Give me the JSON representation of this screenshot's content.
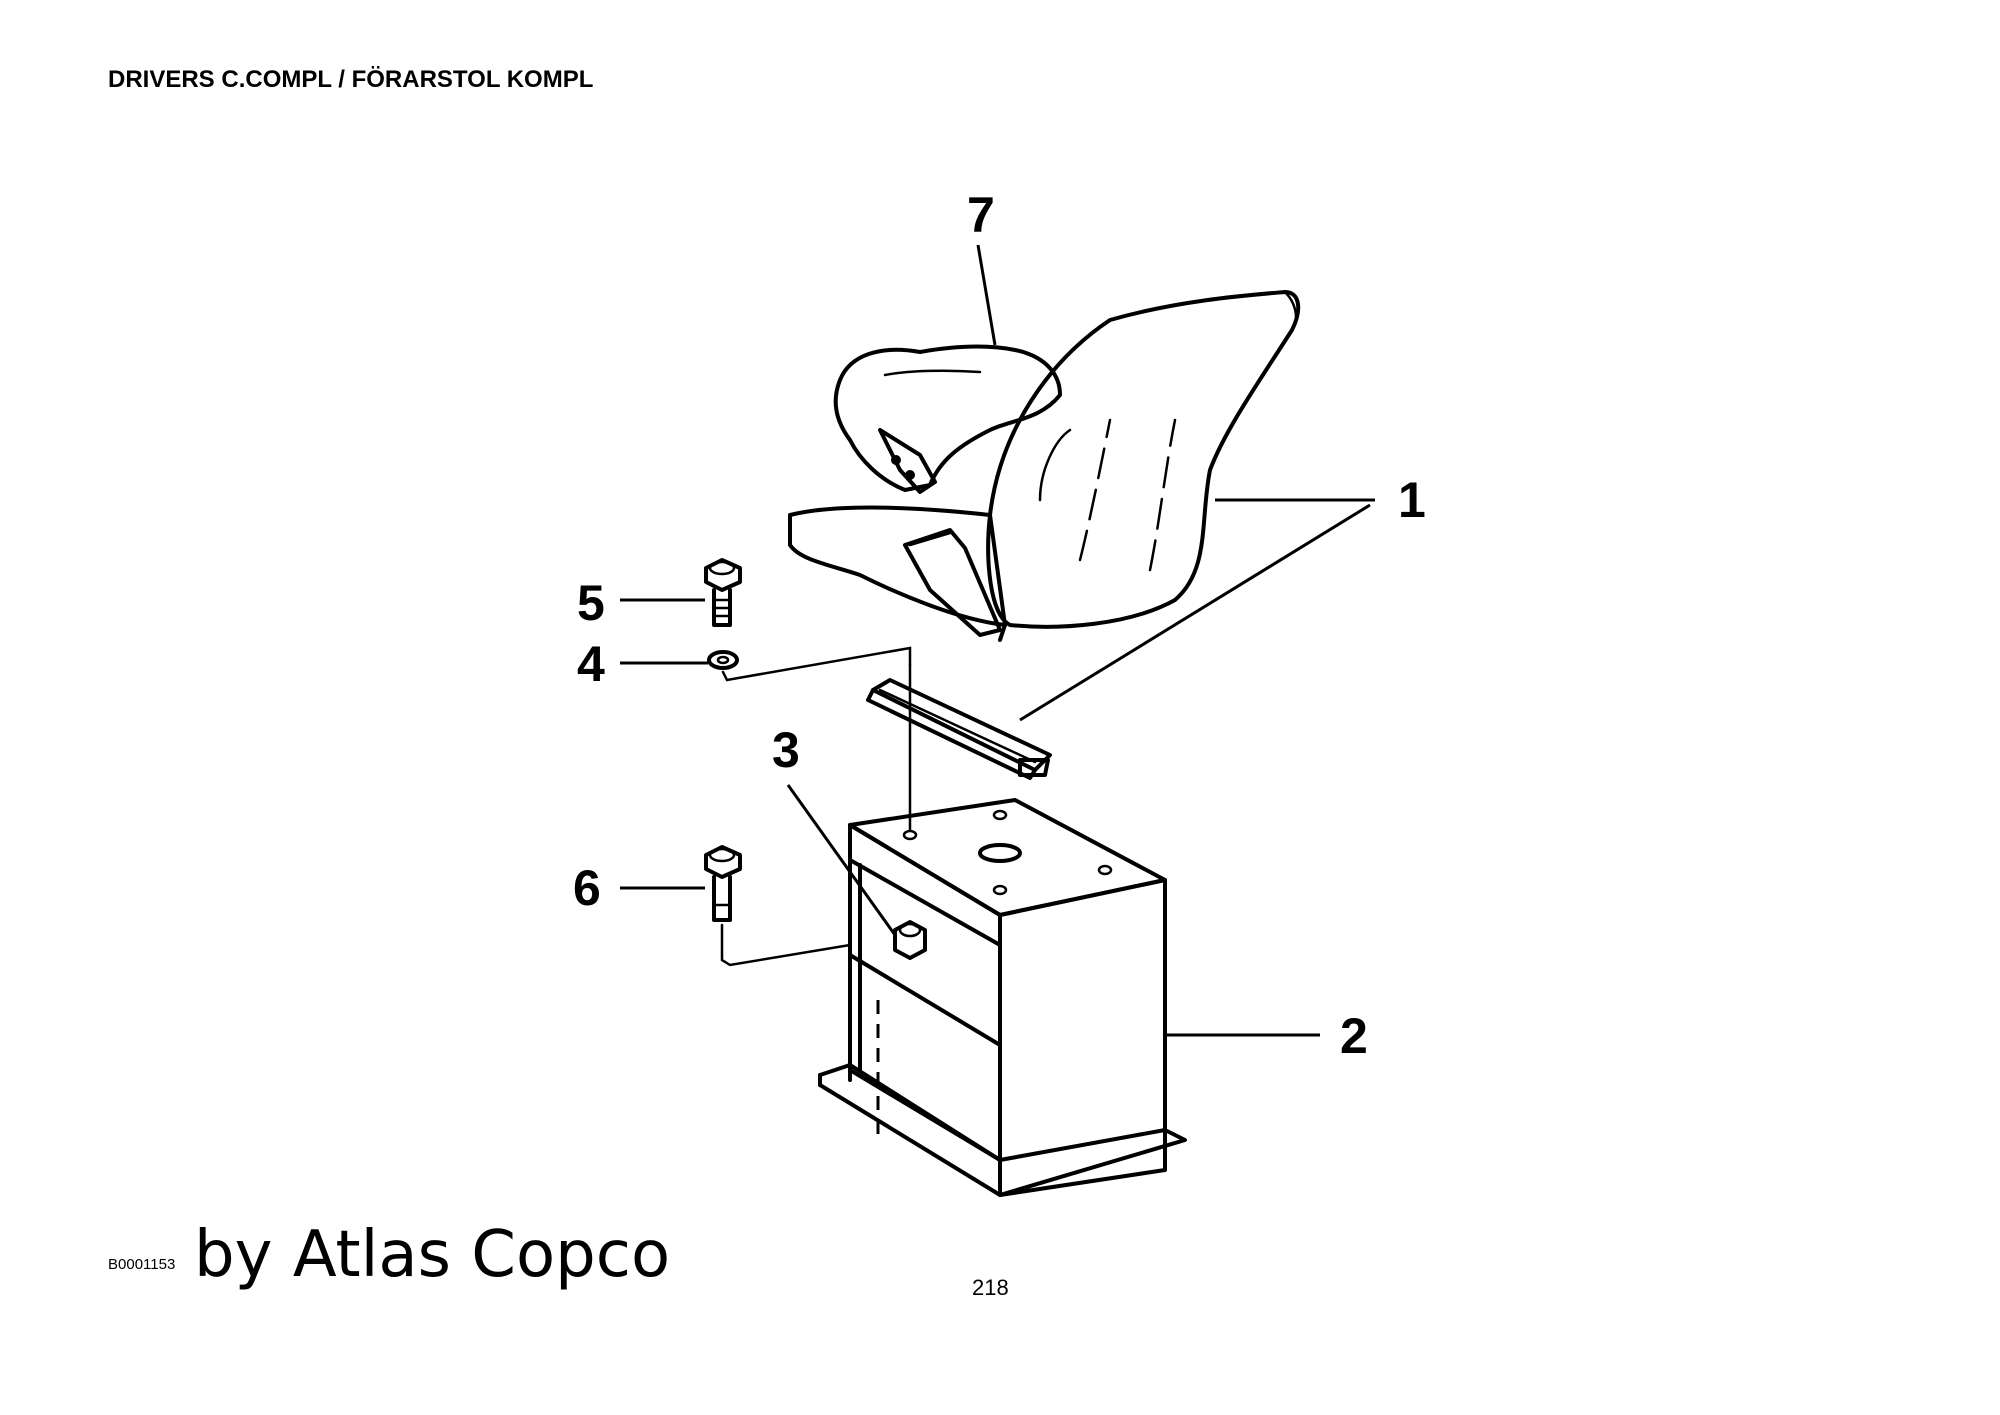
{
  "header": {
    "title": "DRIVERS C.COMPL / FÖRARSTOL KOMPL"
  },
  "diagram": {
    "callouts": [
      "1",
      "2",
      "3",
      "4",
      "5",
      "6",
      "7"
    ]
  },
  "footer": {
    "ref_code": "B0001153",
    "watermark": "by Atlas Copco",
    "page_number": "218"
  }
}
